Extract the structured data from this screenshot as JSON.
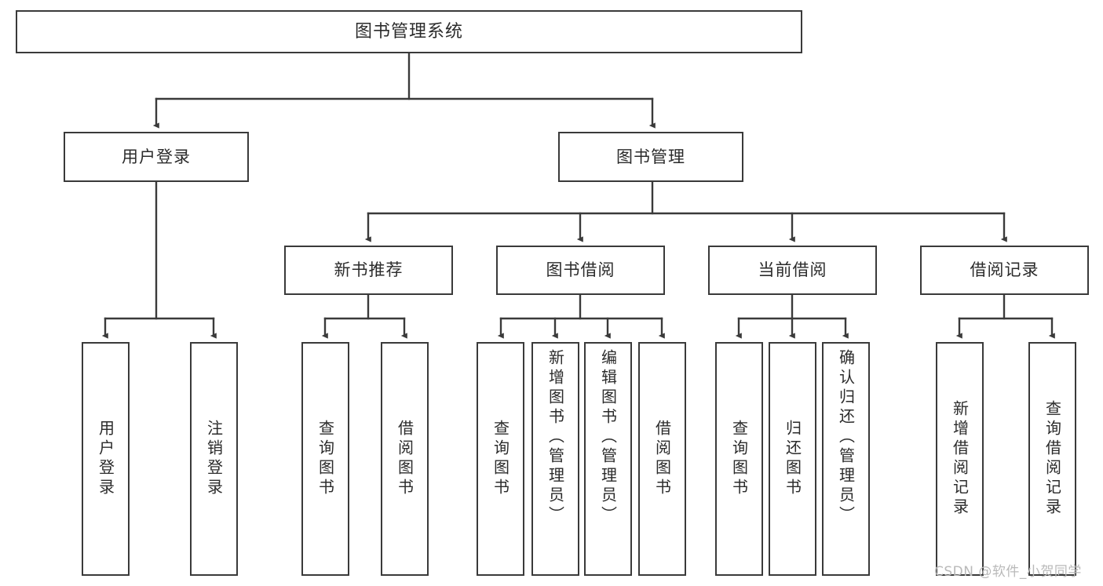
{
  "diagram": {
    "title": "图书管理系统",
    "watermark": "CSDN @软件_小贺同学",
    "colors": {
      "stroke": "#3a3a3a",
      "fill": "#ffffff",
      "text": "#2b2b2b",
      "watermark": "#b9b9b9"
    },
    "levels": {
      "root": {
        "label": "图书管理系统"
      },
      "level2": [
        {
          "label": "用户登录"
        },
        {
          "label": "图书管理"
        }
      ],
      "level3": [
        {
          "label": "新书推荐"
        },
        {
          "label": "图书借阅"
        },
        {
          "label": "当前借阅"
        },
        {
          "label": "借阅记录"
        }
      ],
      "leaves": {
        "user_login": [
          {
            "label": "用户登录"
          },
          {
            "label": "注销登录"
          }
        ],
        "new_book_rec": [
          {
            "label": "查询图书"
          },
          {
            "label": "借阅图书"
          }
        ],
        "book_borrow": [
          {
            "label": "查询图书"
          },
          {
            "label": "新增图书（管理员）"
          },
          {
            "label": "编辑图书（管理员）"
          },
          {
            "label": "借阅图书"
          }
        ],
        "current_borrow": [
          {
            "label": "查询图书"
          },
          {
            "label": "归还图书"
          },
          {
            "label": "确认归还（管理员）"
          }
        ],
        "borrow_record": [
          {
            "label": "新增借阅记录"
          },
          {
            "label": "查询借阅记录"
          }
        ]
      }
    }
  }
}
